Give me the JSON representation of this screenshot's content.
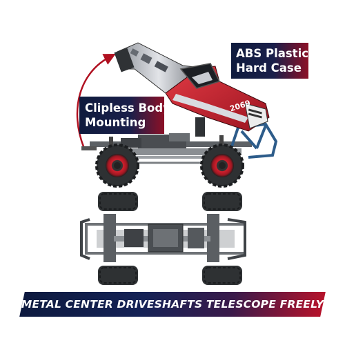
{
  "callouts": {
    "abs_line1": "ABS Plastic",
    "abs_line2": "Hard Case",
    "clip_line1": "Clipless Body",
    "clip_line2": "Mounting"
  },
  "banner": {
    "text": "METAL CENTER DRIVESHAFTS TELESCOPE FREELY"
  },
  "body_decal": "2069",
  "colors": {
    "navy": "#0f1b3d",
    "red": "#b5132b",
    "body_red": "#c8202e",
    "body_silver": "#c9ccd2",
    "chassis_gray": "#6f7377",
    "tire_dark": "#2e3133",
    "roll_bar_blue": "#2d5c8a",
    "arrow_red": "#b01020"
  }
}
